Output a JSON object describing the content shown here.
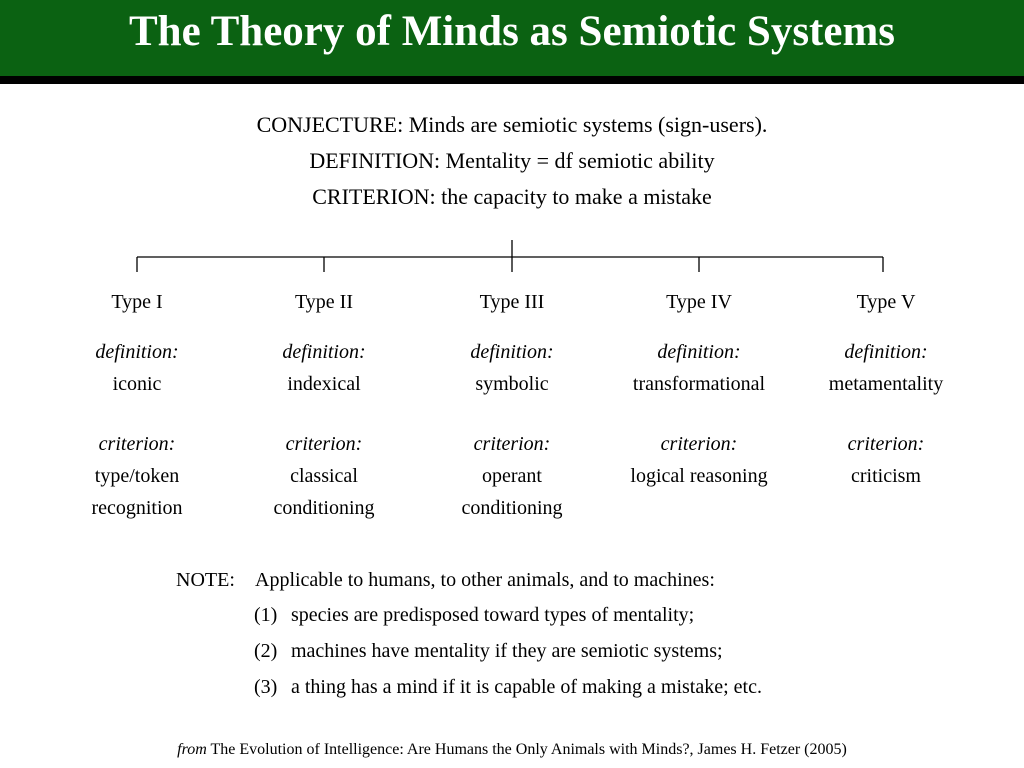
{
  "header": {
    "title": "The Theory of Minds as Semiotic Systems",
    "bar_color": "#0b6212"
  },
  "statements": [
    "CONJECTURE: Minds are semiotic systems (sign-users).",
    "DEFINITION: Mentality = df semiotic ability",
    "CRITERION: the capacity to make a mistake"
  ],
  "types": [
    {
      "label": "Type I",
      "definition_label": "definition:",
      "definition": "iconic",
      "criterion_label": "criterion:",
      "criterion": [
        "type/token",
        "recognition"
      ]
    },
    {
      "label": "Type II",
      "definition_label": "definition:",
      "definition": "indexical",
      "criterion_label": "criterion:",
      "criterion": [
        "classical",
        "conditioning"
      ]
    },
    {
      "label": "Type III",
      "definition_label": "definition:",
      "definition": "symbolic",
      "criterion_label": "criterion:",
      "criterion": [
        "operant",
        "conditioning"
      ]
    },
    {
      "label": "Type IV",
      "definition_label": "definition:",
      "definition": "transformational",
      "criterion_label": "criterion:",
      "criterion": [
        "logical reasoning"
      ]
    },
    {
      "label": "Type V",
      "definition_label": "definition:",
      "definition": "metamentality",
      "criterion_label": "criterion:",
      "criterion": [
        "criticism"
      ]
    }
  ],
  "note": {
    "label": "NOTE:",
    "intro": "Applicable to humans, to other animals, and to machines:",
    "items": [
      {
        "num": "(1)",
        "text": "species are predisposed toward types of mentality;"
      },
      {
        "num": "(2)",
        "text": "machines have mentality if they are semiotic systems;"
      },
      {
        "num": "(3)",
        "text": "a thing has a mind if it is capable of making a mistake; etc."
      }
    ]
  },
  "citation": {
    "from": "from",
    "text": "The Evolution of Intelligence: Are Humans the Only Animals with Minds?, James H. Fetzer (2005)"
  }
}
